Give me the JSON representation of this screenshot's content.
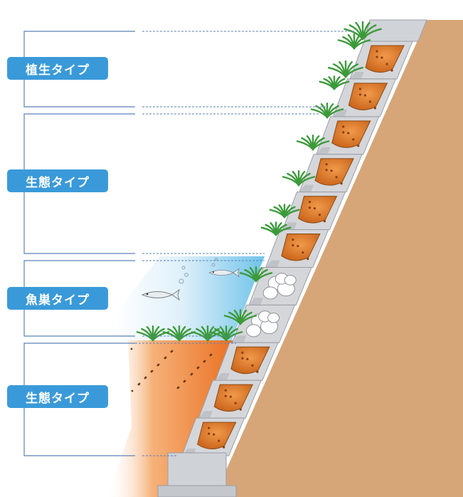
{
  "zones": [
    {
      "label": "植生タイプ"
    },
    {
      "label": "生態タイプ"
    },
    {
      "label": "魚巣タイプ"
    },
    {
      "label": "生態タイプ"
    }
  ],
  "colors": {
    "badge": "#3a9ad9",
    "bracket": "#5b82b8",
    "earth": "#d6a679",
    "concrete": "#d4d6da",
    "soil_fill": "#d9782c",
    "water": "#cde8f6",
    "riverbed": "#ee8030",
    "plant": "#3c9a3a"
  },
  "icons": [
    "fish-icon",
    "plant-icon",
    "stone-icon"
  ]
}
